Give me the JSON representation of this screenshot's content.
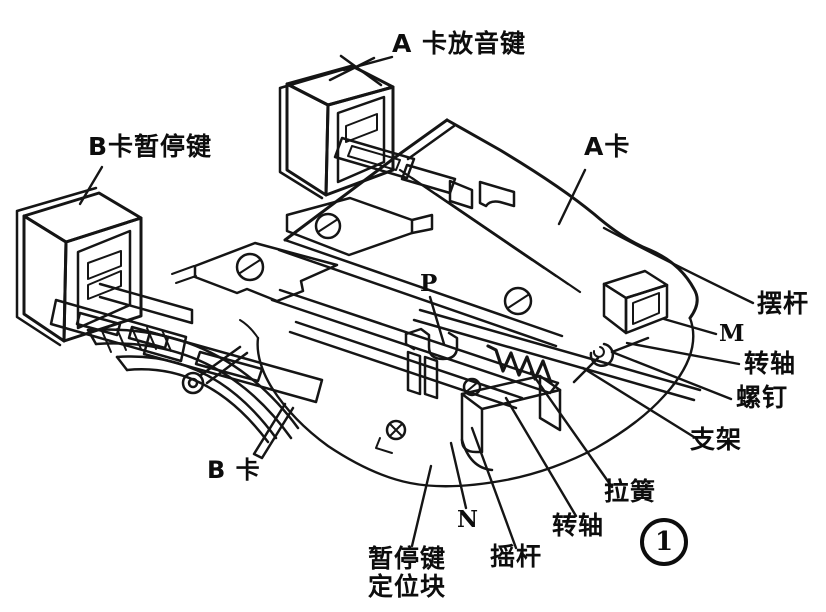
{
  "figure": {
    "kind": "scanned-technical-line-drawing",
    "subject": "cassette deck key mechanism exploded view",
    "background_color": "#ffffff",
    "ink_color": "#151515",
    "figure_number": "1"
  },
  "labels": {
    "a_play_key": "A 卡放音键",
    "b_pause_key": "B卡暂停键",
    "a_card": "A卡",
    "b_card": "B 卡",
    "p_marker": "P",
    "m_marker": "M",
    "n_marker": "N",
    "pendulum_rod": "摆杆",
    "shaft_upper": "转轴",
    "screw": "螺钉",
    "bracket": "支架",
    "tension_spring": "拉簧",
    "shaft_lower": "转轴",
    "rocker": "摇杆",
    "pause_key_block_line1": "暂停键",
    "pause_key_block_line2": "定位块"
  }
}
